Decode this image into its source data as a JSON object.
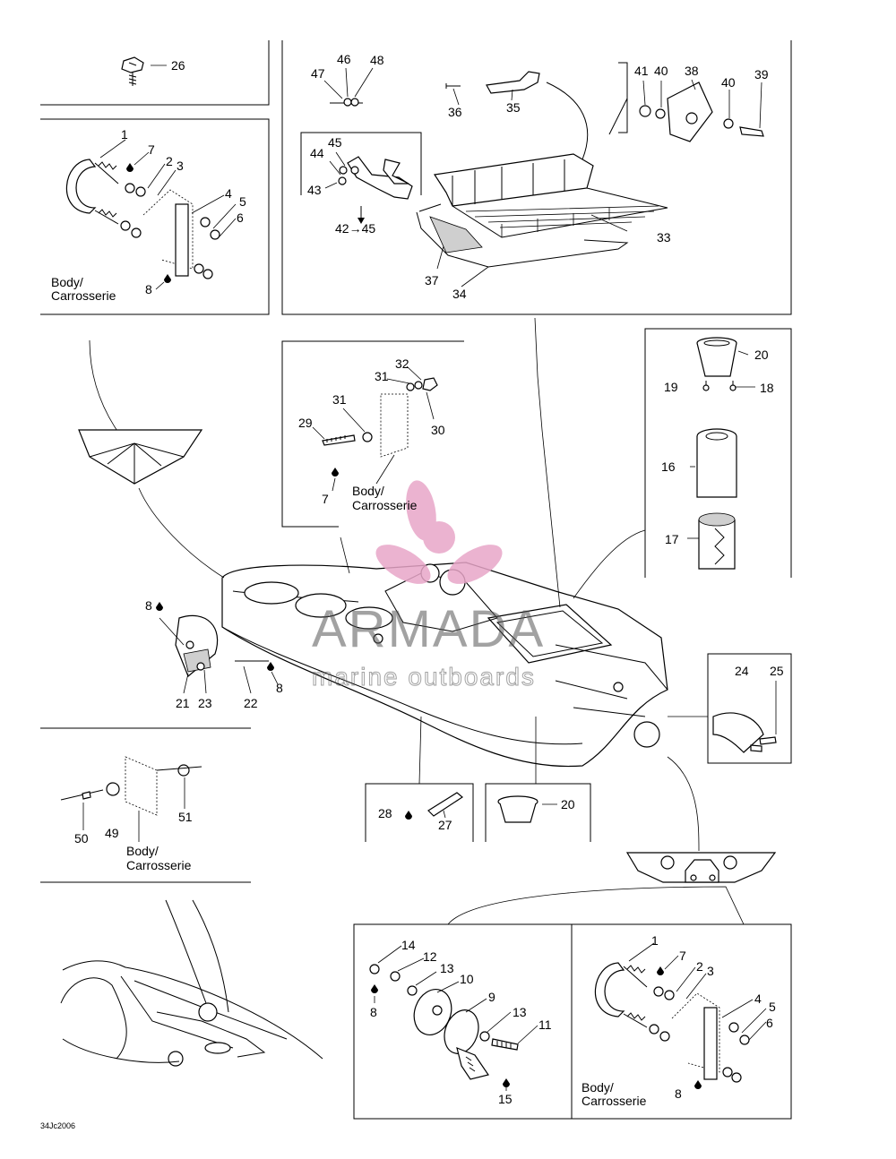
{
  "diagram": {
    "code": "34Jc2006",
    "body_label_en": "Body/",
    "body_label_fr": "Carrosserie",
    "watermark": {
      "brand": "ARMADA",
      "tagline": "marine outboards",
      "color": "#e8a6c8"
    },
    "callouts": {
      "c26": "26",
      "tl_1": "1",
      "tl_7": "7",
      "tl_2": "2",
      "tl_3": "3",
      "tl_4": "4",
      "tl_5": "5",
      "tl_6": "6",
      "tl_8": "8",
      "c46": "46",
      "c47": "47",
      "c48": "48",
      "c36": "36",
      "c35": "35",
      "c41": "41",
      "c40a": "40",
      "c38": "38",
      "c40b": "40",
      "c39": "39",
      "c45": "45",
      "c44": "44",
      "c43": "43",
      "c42_45": "42→45",
      "c33": "33",
      "c37": "37",
      "c34": "34",
      "c32": "32",
      "c31a": "31",
      "c31b": "31",
      "c29": "29",
      "c30": "30",
      "c7m": "7",
      "c20a": "20",
      "c18": "18",
      "c19": "19",
      "c16": "16",
      "c17": "17",
      "c8a": "8",
      "c21": "21",
      "c23": "23",
      "c22": "22",
      "c8b": "8",
      "c24": "24",
      "c25": "25",
      "c28": "28",
      "c27": "27",
      "c20b": "20",
      "c50": "50",
      "c49": "49",
      "c51": "51",
      "b14": "14",
      "b12": "12",
      "b13a": "13",
      "b10": "10",
      "b9": "9",
      "b13b": "13",
      "b11": "11",
      "b8": "8",
      "b15": "15",
      "br_1": "1",
      "br_7": "7",
      "br_2": "2",
      "br_3": "3",
      "br_4": "4",
      "br_5": "5",
      "br_6": "6",
      "br_8": "8"
    }
  }
}
